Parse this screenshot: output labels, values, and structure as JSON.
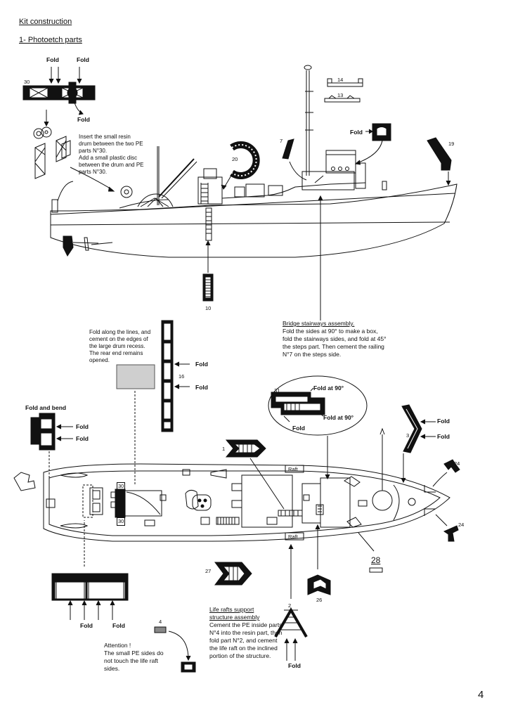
{
  "header": {
    "section_title": "Kit construction",
    "subsection_title": "1- Photoetch parts"
  },
  "labels": {
    "fold": "Fold",
    "fold_and_bend": "Fold and bend",
    "fold_at_90": "Fold at 90°",
    "fold_at_90_b": "Fold at 90°",
    "raft": "Raft"
  },
  "notes": {
    "drum_note": "Insert the small resin drum between the two PE parts N°30.\nAdd a small plastic disc between the drum  and PE parts N°30.",
    "recess_note": "Fold along the lines, and cement on the edges of the large drum recess. The rear end remains opened.",
    "bridge_title": "Bridge stairways assembly.",
    "bridge_note": "Fold the sides at 90° to make a box, fold the stairways sides, and fold at 45° the steps part. Then cement the railing N°7 on the steps side.",
    "liferaft_title": "Life rafts support structure assembly",
    "liferaft_note": "Cement the PE inside parts N°4 into the resin part, then fold part N°2, and cement the life raft on the inclined portion of the structure.",
    "attention_note": "Attention !\nThe small PE sides do not touch the life raft sides."
  },
  "part_numbers": {
    "p30": "30",
    "p14": "14",
    "p13": "13",
    "p7": "7",
    "p19": "19",
    "p20": "20",
    "p10": "10",
    "p16": "16",
    "p31": "31",
    "p1": "1",
    "p3": "3",
    "p24a": "24",
    "p24b": "24",
    "p30a": "30",
    "p30b": "30",
    "p27": "27",
    "p26": "26",
    "p28": "28",
    "p2": "2",
    "p4": "4"
  },
  "page_number": "4"
}
